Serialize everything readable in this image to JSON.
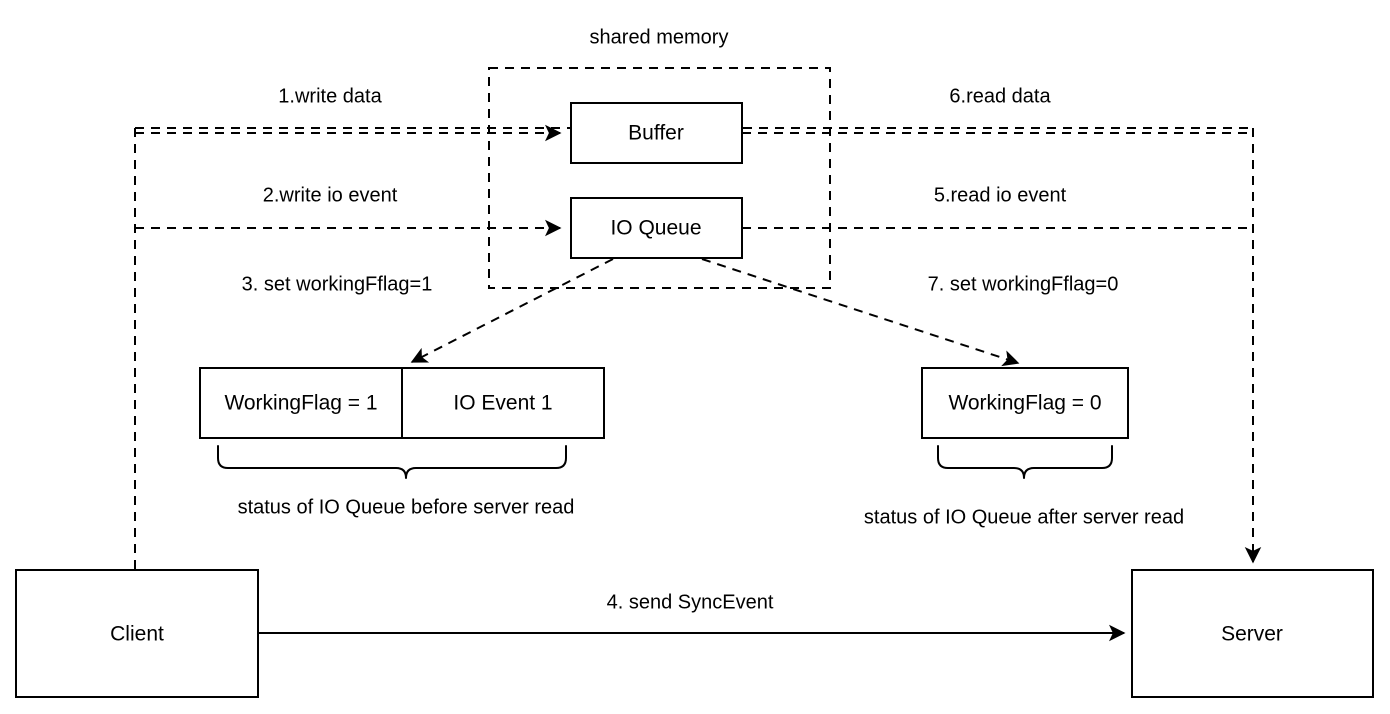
{
  "diagram": {
    "title": "shared memory",
    "accent_color": "#000000",
    "background_color": "#ffffff",
    "nodes": {
      "buffer": "Buffer",
      "io_queue": "IO Queue",
      "client": "Client",
      "server": "Server",
      "working_flag_1": "WorkingFlag = 1",
      "io_event_1": "IO Event 1",
      "working_flag_0": "WorkingFlag = 0"
    },
    "flows": {
      "step1": "1.write data",
      "step2": "2.write io event",
      "step3": "3. set workingFflag=1",
      "step4": "4. send SyncEvent",
      "step5": "5.read io event",
      "step6": "6.read data",
      "step7": "7. set workingFflag=0"
    },
    "captions": {
      "before": "status of IO Queue before server read",
      "after": "status of IO Queue after server read"
    }
  }
}
